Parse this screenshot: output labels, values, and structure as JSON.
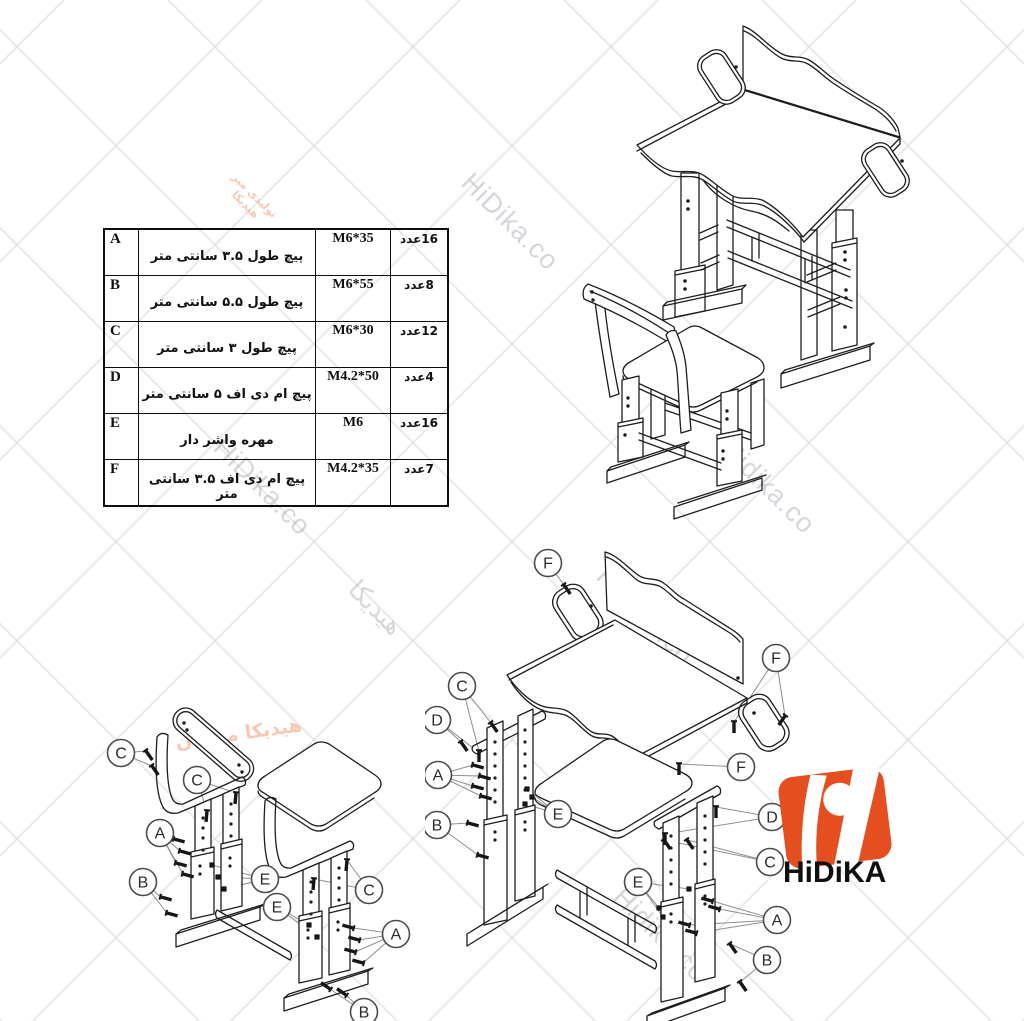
{
  "brand": {
    "name": "HiDiKA",
    "logo_color": "#e54e1f"
  },
  "parts_table": {
    "rows": [
      {
        "letter": "A",
        "desc": "پیچ طول ۳.۵ سانتی متر",
        "size": "M6*35",
        "qty": "16عدد"
      },
      {
        "letter": "B",
        "desc": "پیچ طول ۵.۵ سانتی متر",
        "size": "M6*55",
        "qty": "8عدد"
      },
      {
        "letter": "C",
        "desc": "پیچ طول ۳ سانتی متر",
        "size": "M6*30",
        "qty": "12عدد"
      },
      {
        "letter": "D",
        "desc": "پیچ ام دی اف ۵ سانتی متر",
        "size": "M4.2*50",
        "qty": "4عدد"
      },
      {
        "letter": "E",
        "desc": "مهره واشر دار",
        "size": "M6",
        "qty": "16عدد"
      },
      {
        "letter": "F",
        "desc": "پیچ ام دی اف ۳.۵ سانتی متر",
        "size": "M4.2*35",
        "qty": "7عدد"
      }
    ]
  },
  "chair_exploded": {
    "callouts": [
      {
        "label": "C"
      },
      {
        "label": "C"
      },
      {
        "label": "A"
      },
      {
        "label": "B"
      },
      {
        "label": "E"
      },
      {
        "label": "C"
      },
      {
        "label": "E"
      },
      {
        "label": "A"
      },
      {
        "label": "B"
      }
    ]
  },
  "desk_exploded": {
    "callouts": [
      {
        "label": "F"
      },
      {
        "label": "F"
      },
      {
        "label": "F"
      },
      {
        "label": "C"
      },
      {
        "label": "D"
      },
      {
        "label": "A"
      },
      {
        "label": "E"
      },
      {
        "label": "B"
      },
      {
        "label": "D"
      },
      {
        "label": "C"
      },
      {
        "label": "E"
      },
      {
        "label": "A"
      },
      {
        "label": "B"
      }
    ]
  },
  "watermarks": {
    "site": "HiDika.co",
    "site_alt": "Hidika.co",
    "fa_name": "هیدیکا",
    "fa_brand": "هیدیکا مبلمان",
    "fa_small_1": "تولیدی میز",
    "fa_small_2": "هیدیکا"
  }
}
